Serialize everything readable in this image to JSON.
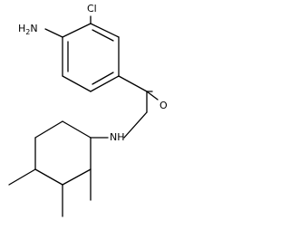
{
  "molecule": {
    "atom_labels": {
      "cl": "Cl",
      "nh2_main": "H",
      "nh2_sub": "2",
      "nh2_n": "N",
      "amide_o": "O",
      "amide_nh": "NH"
    }
  }
}
